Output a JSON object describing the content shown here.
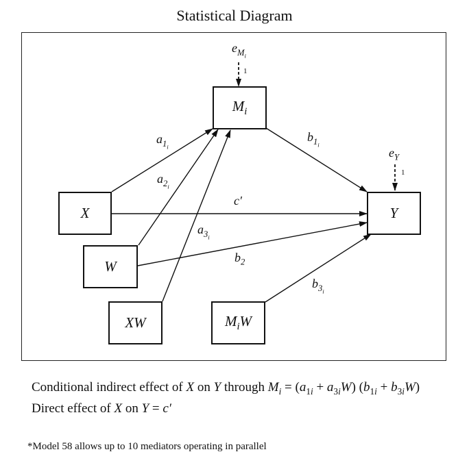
{
  "title": "Statistical Diagram",
  "nodes": {
    "x": "X",
    "w": "W",
    "xw": "XW",
    "m": "M",
    "m_sub": "i",
    "mw_m": "M",
    "mw_sub": "i",
    "mw_w": "W",
    "y": "Y"
  },
  "errors": {
    "em_base": "e",
    "em_sub": "M",
    "em_subsub": "i",
    "em_coef": "1",
    "ey_base": "e",
    "ey_sub": "Y",
    "ey_coef": "1"
  },
  "paths": {
    "a1_base": "a",
    "a1_sub": "1",
    "a1_subsub": "i",
    "a2_base": "a",
    "a2_sub": "2",
    "a2_subsub": "i",
    "a3_base": "a",
    "a3_sub": "3",
    "a3_subsub": "i",
    "b1_base": "b",
    "b1_sub": "1",
    "b1_subsub": "i",
    "b2_base": "b",
    "b2_sub": "2",
    "b3_base": "b",
    "b3_sub": "3",
    "b3_subsub": "i",
    "c_prime": "c′"
  },
  "formula1": {
    "prefix": "Conditional indirect effect of ",
    "x": "X",
    "on": " on ",
    "y": "Y",
    "through": " through ",
    "m": "M",
    "m_sub": "i",
    "expr_open": " = (",
    "a1": "a",
    "a1_sub": "1",
    "a1_subsub": "i",
    "plus1": " + ",
    "a3": "a",
    "a3_sub": "3",
    "a3_subsub": "i",
    "w1": "W",
    "mid": ") (",
    "b1": "b",
    "b1_sub": "1",
    "b1_subsub": "i",
    "plus2": " + ",
    "b3": "b",
    "b3_sub": "3",
    "b3_subsub": "i",
    "w2": "W",
    "close": ")"
  },
  "formula2": {
    "prefix": "Direct effect of ",
    "x": "X",
    "on": " on ",
    "y": "Y",
    "eq": " = ",
    "c": "c′"
  },
  "footnote": "*Model 58 allows up to 10 mediators operating in parallel"
}
